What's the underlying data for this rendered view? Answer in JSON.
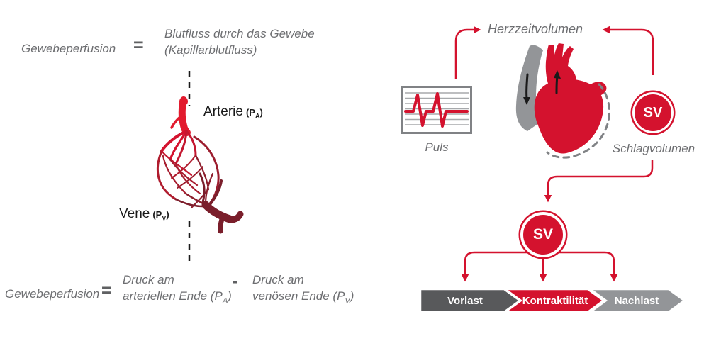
{
  "colors": {
    "red": "#d4122e",
    "dark_red": "#7a1e2b",
    "gray_text": "#6d6e71",
    "chevron_dark_gray": "#58595b",
    "chevron_red": "#d4122e",
    "chevron_light_gray": "#939598",
    "heart_gray": "#939598",
    "black": "#1a1a1a"
  },
  "left": {
    "capillary_icon": "capillary-bed-icon",
    "equation_top": {
      "lhs": "Gewebeperfusion",
      "equals": "=",
      "rhs_line1": "Blutfluss durch das Gewebe",
      "rhs_line2": "(Kapillarblutfluss)"
    },
    "artery": {
      "label": "Arterie",
      "pressure_open": "(P",
      "pressure_sub": "A",
      "pressure_close": ")"
    },
    "vein": {
      "label": "Vene",
      "pressure_open": "(P",
      "pressure_sub": "V",
      "pressure_close": ")"
    },
    "equation_bottom": {
      "lhs": "Gewebeperfusion",
      "equals": "=",
      "term1_line1": "Druck am",
      "term1_line2": "arteriellen Ende (P",
      "term1_sub": "A",
      "term1_close": ")",
      "minus": "-",
      "term2_line1": "Druck am",
      "term2_line2": "venösen Ende (P",
      "term2_sub": "V",
      "term2_close": ")"
    }
  },
  "right": {
    "title": "Herzzeitvolumen",
    "puls": {
      "label": "Puls",
      "icon": "ecg-pulse-icon"
    },
    "heart_icon": "heart-icon",
    "stroke_volume_top": {
      "abbr": "SV",
      "label": "Schlagvolumen"
    },
    "stroke_volume_bottom": {
      "abbr": "SV"
    },
    "chevrons": [
      {
        "label": "Vorlast",
        "color": "#58595b"
      },
      {
        "label": "Kontraktilität",
        "color": "#d4122e"
      },
      {
        "label": "Nachlast",
        "color": "#939598"
      }
    ]
  }
}
